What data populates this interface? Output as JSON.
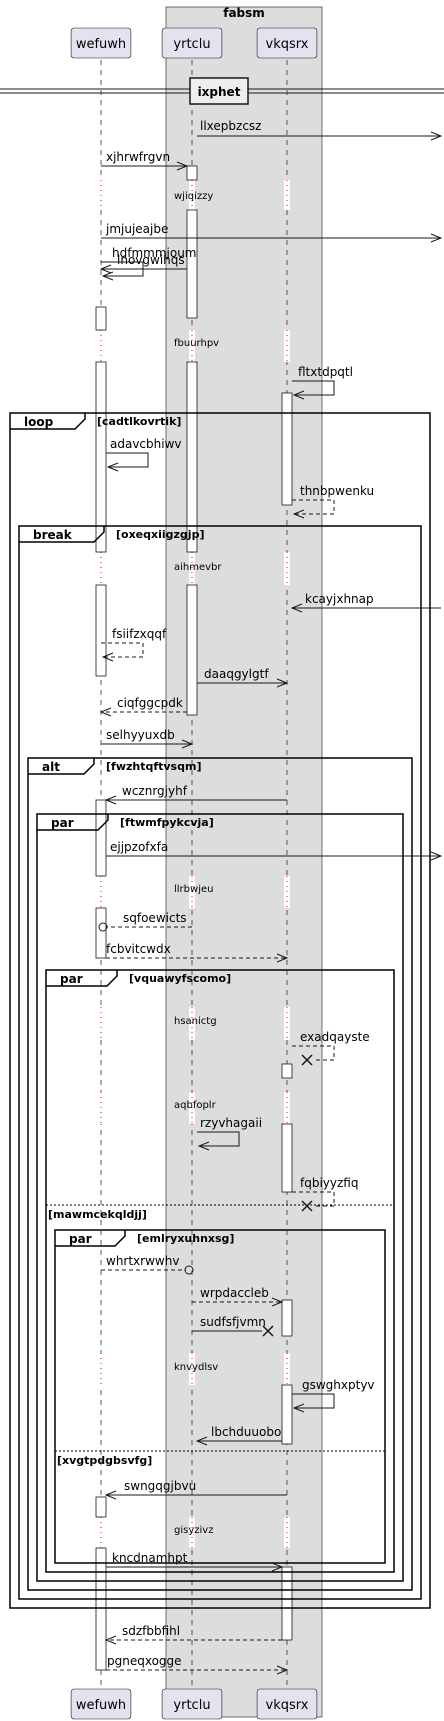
{
  "box": {
    "label": "fabsm"
  },
  "participants": [
    {
      "id": "wefuwh",
      "label": "wefuwh"
    },
    {
      "id": "yrtclu",
      "label": "yrtclu"
    },
    {
      "id": "vkqsrx",
      "label": "vkqsrx"
    }
  ],
  "divider": {
    "label": "ixphet"
  },
  "messages": [
    {
      "id": "m1",
      "from": "yrtclu",
      "to": "out",
      "label": "llxepbzcsz",
      "style": "solid"
    },
    {
      "id": "m2",
      "from": "wefuwh",
      "to": "yrtclu",
      "label": "xjhrwfrgvn",
      "style": "solid"
    },
    {
      "id": "m3",
      "from": "wefuwh",
      "to": "out",
      "label": "jmjujeajbe",
      "style": "solid"
    },
    {
      "id": "m4",
      "from": "yrtclu",
      "to": "wefuwh",
      "label": "lnovgwihqs",
      "style": "solid"
    },
    {
      "id": "m5",
      "from": "wefuwh",
      "to": "wefuwh",
      "label": "hdfmmmjoum",
      "style": "solid"
    },
    {
      "id": "m6",
      "from": "vkqsrx",
      "to": "vkqsrx",
      "label": "fltxtdpqtl",
      "style": "solid"
    },
    {
      "id": "m7",
      "from": "wefuwh",
      "to": "wefuwh",
      "label": "adavcbhiwv",
      "style": "solid"
    },
    {
      "id": "m8",
      "from": "vkqsrx",
      "to": "vkqsrx",
      "label": "thnbpwenku",
      "style": "dashed"
    },
    {
      "id": "m9",
      "from": "out",
      "to": "vkqsrx",
      "label": "kcayjxhnap",
      "style": "solid"
    },
    {
      "id": "m10",
      "from": "wefuwh",
      "to": "wefuwh",
      "label": "fsiifzxqqf",
      "style": "dashed"
    },
    {
      "id": "m11",
      "from": "yrtclu",
      "to": "vkqsrx",
      "label": "daaqgylgtf",
      "style": "solid"
    },
    {
      "id": "m12",
      "from": "yrtclu",
      "to": "wefuwh",
      "label": "ciqfggcpdk",
      "style": "dashed"
    },
    {
      "id": "m13",
      "from": "wefuwh",
      "to": "yrtclu",
      "label": "selhyyuxdb",
      "style": "solid"
    },
    {
      "id": "m14",
      "from": "vkqsrx",
      "to": "wefuwh",
      "label": "wcznrgjyhf",
      "style": "solid"
    },
    {
      "id": "m15",
      "from": "wefuwh",
      "to": "out",
      "label": "ejjpzofxfa",
      "style": "solid"
    },
    {
      "id": "m16",
      "from": "yrtclu",
      "to": "wefuwh",
      "label": "sqfoewicts",
      "style": "dashed",
      "head": "circle"
    },
    {
      "id": "m17",
      "from": "wefuwh",
      "to": "vkqsrx",
      "label": "fcbvitcwdx",
      "style": "dashed"
    },
    {
      "id": "m18",
      "from": "vkqsrx",
      "to": "vkqsrx",
      "label": "exadqayste",
      "style": "dashed",
      "head": "cross"
    },
    {
      "id": "m19",
      "from": "yrtclu",
      "to": "yrtclu",
      "label": "rzyvhagaii",
      "style": "solid"
    },
    {
      "id": "m20",
      "from": "vkqsrx",
      "to": "vkqsrx",
      "label": "fqbiyyzfiq",
      "style": "dashed",
      "head": "cross"
    },
    {
      "id": "m21",
      "from": "wefuwh",
      "to": "yrtclu",
      "label": "whrtxrwwhv",
      "style": "dashed",
      "head": "circle"
    },
    {
      "id": "m22",
      "from": "yrtclu",
      "to": "vkqsrx",
      "label": "wrpdaccleb",
      "style": "dashed"
    },
    {
      "id": "m23",
      "from": "yrtclu",
      "to": "vkqsrx",
      "label": "sudfsfjvmn",
      "style": "solid",
      "head": "cross"
    },
    {
      "id": "m24",
      "from": "vkqsrx",
      "to": "vkqsrx",
      "label": "gswghxptyv",
      "style": "solid"
    },
    {
      "id": "m25",
      "from": "vkqsrx",
      "to": "yrtclu",
      "label": "lbchduuobo",
      "style": "solid"
    },
    {
      "id": "m26",
      "from": "vkqsrx",
      "to": "wefuwh",
      "label": "swngqgjbvu",
      "style": "solid"
    },
    {
      "id": "m27",
      "from": "wefuwh",
      "to": "vkqsrx",
      "label": "kncdnamhpt",
      "style": "solid"
    },
    {
      "id": "m28",
      "from": "vkqsrx",
      "to": "wefuwh",
      "label": "sdzfbbfihl",
      "style": "dashed"
    },
    {
      "id": "m29",
      "from": "wefuwh",
      "to": "vkqsrx",
      "label": "pgneqxogge",
      "style": "dashed"
    }
  ],
  "delays": [
    {
      "id": "d1",
      "label": "wjiqizzy"
    },
    {
      "id": "d2",
      "label": "fbuurhpv"
    },
    {
      "id": "d3",
      "label": "aihmevbr"
    },
    {
      "id": "d4",
      "label": "llrbwjeu"
    },
    {
      "id": "d5",
      "label": "hsanictg"
    },
    {
      "id": "d6",
      "label": "aqbfoplr"
    },
    {
      "id": "d7",
      "label": "knvydlsv"
    },
    {
      "id": "d8",
      "label": "gisyzivz"
    }
  ],
  "fragments": [
    {
      "id": "f-loop",
      "kind": "loop",
      "guard": "[cadtlkovrtik]"
    },
    {
      "id": "f-break",
      "kind": "break",
      "guard": "[oxeqxiigzgjp]"
    },
    {
      "id": "f-alt",
      "kind": "alt",
      "guard": "[fwzhtqftvsqm]",
      "else_guard": ""
    },
    {
      "id": "f-par1",
      "kind": "par",
      "guard": "[ftwmfpykcvja]"
    },
    {
      "id": "f-par2",
      "kind": "par",
      "guard": "[vquawyfscomo]",
      "else_guard": "[mawmcekqldjj]"
    },
    {
      "id": "f-par3",
      "kind": "par",
      "guard": "[emlryxuhnxsg]",
      "else_guard": "[xvgtpdgbsvfg]"
    }
  ]
}
